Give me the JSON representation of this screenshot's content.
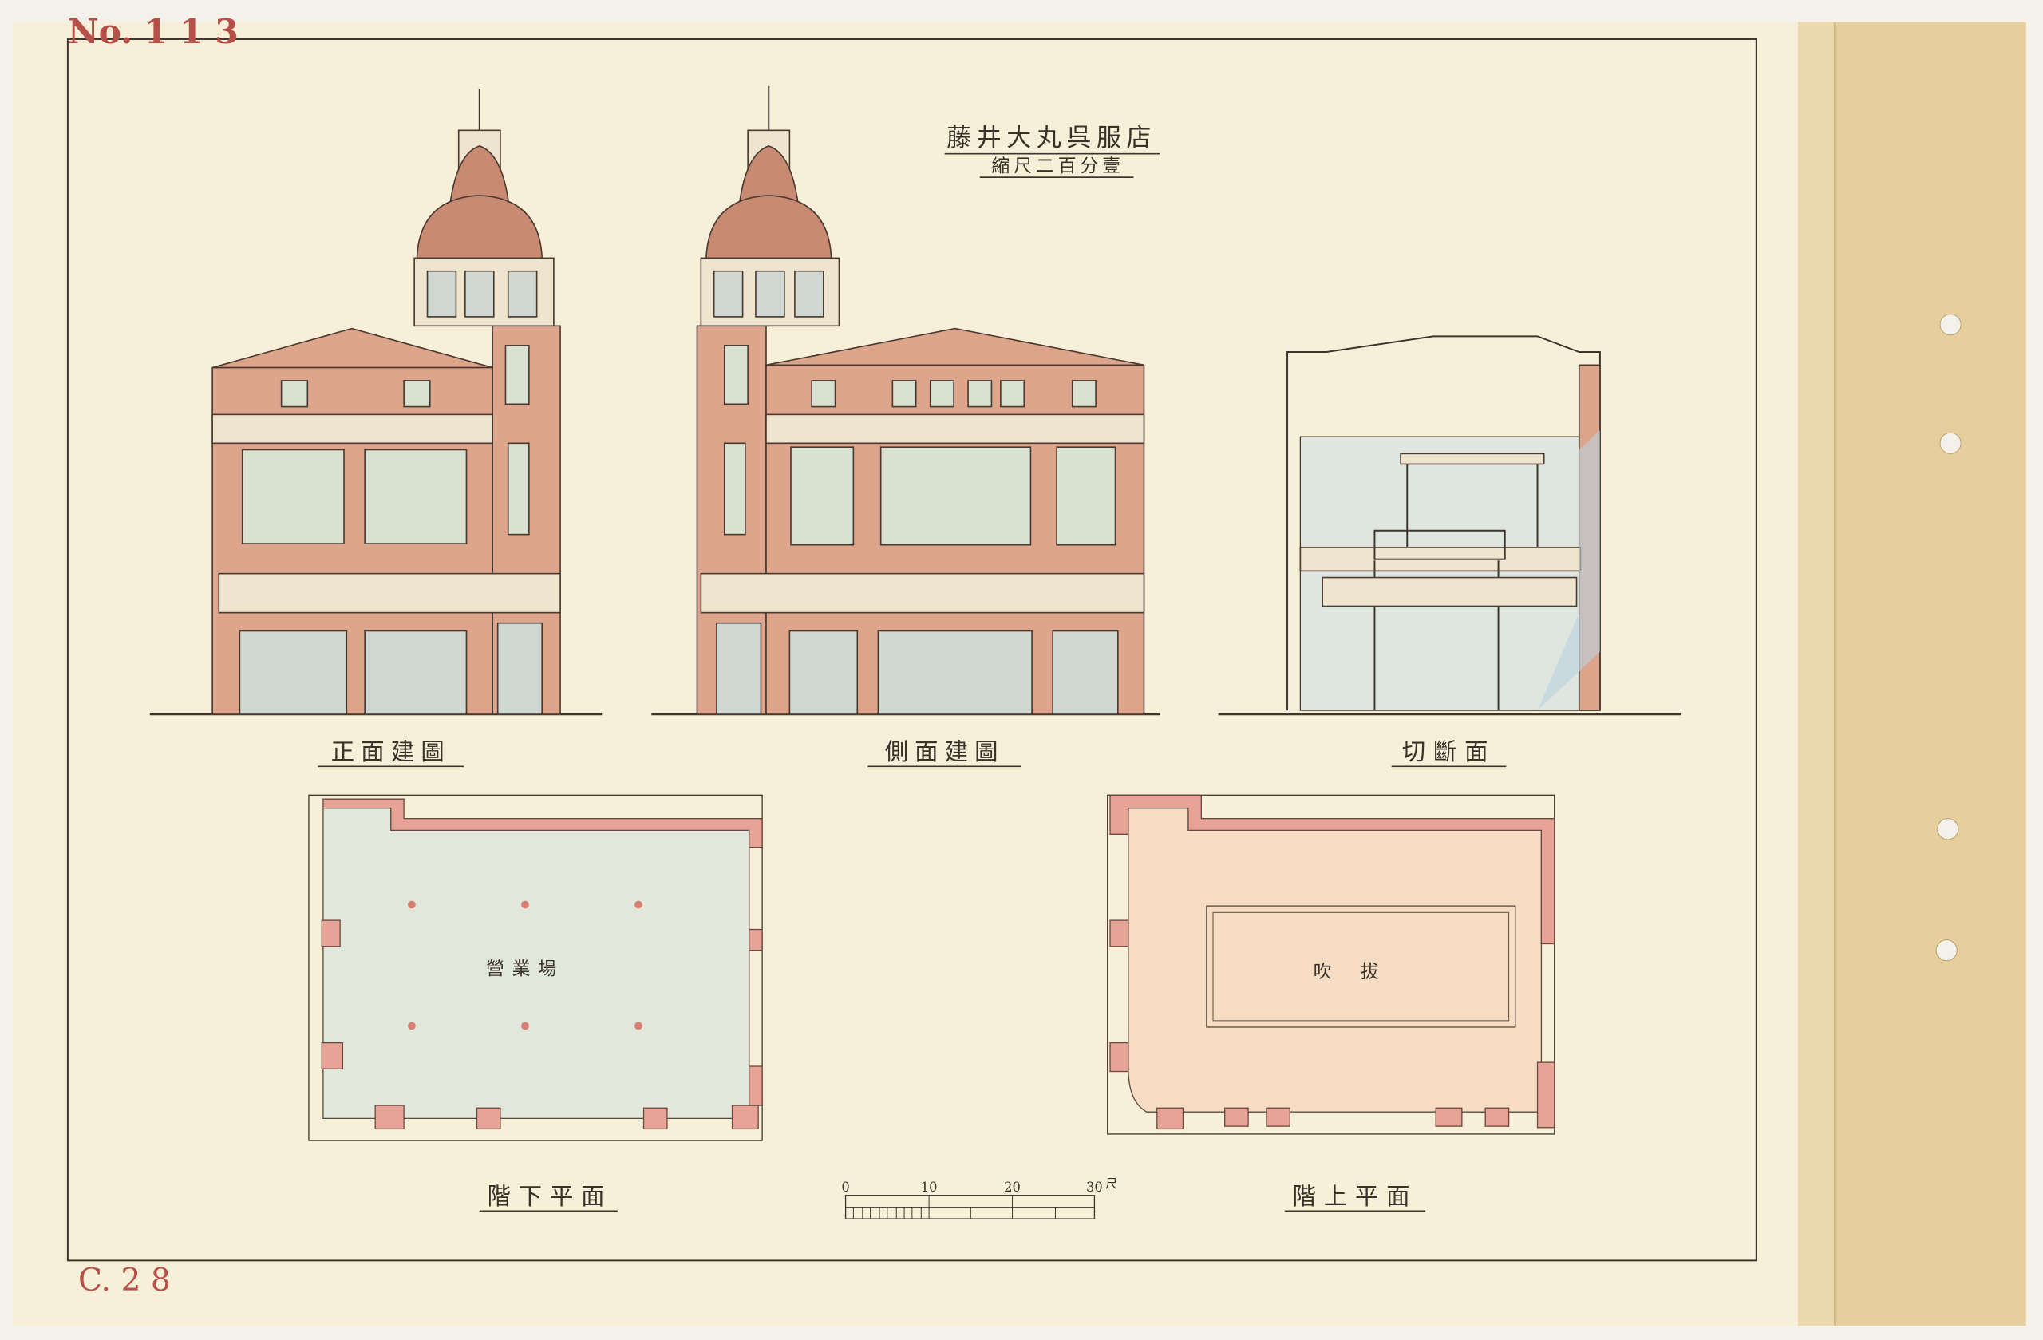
{
  "sheet": {
    "number": "No. 1 1 3",
    "catalog": "C. 2 8",
    "title": "藤井大丸呉服店",
    "scale_note": "縮尺二百分壹"
  },
  "drawings": {
    "front_elevation": "正面建圖",
    "side_elevation": "側面建圖",
    "section": "切斷面",
    "ground_floor_plan": "階下平面",
    "upper_floor_plan": "階上平面",
    "ground_room_label": "營業場",
    "upper_room_label": "吹拔"
  },
  "scale_bar": {
    "ticks": [
      "0",
      "10",
      "20",
      "30"
    ],
    "unit": "尺"
  },
  "colors": {
    "paper": "#f7efd8",
    "binding": "#e6cf9f",
    "brick": "#dca58c",
    "stamp_red": "#b8504a"
  }
}
